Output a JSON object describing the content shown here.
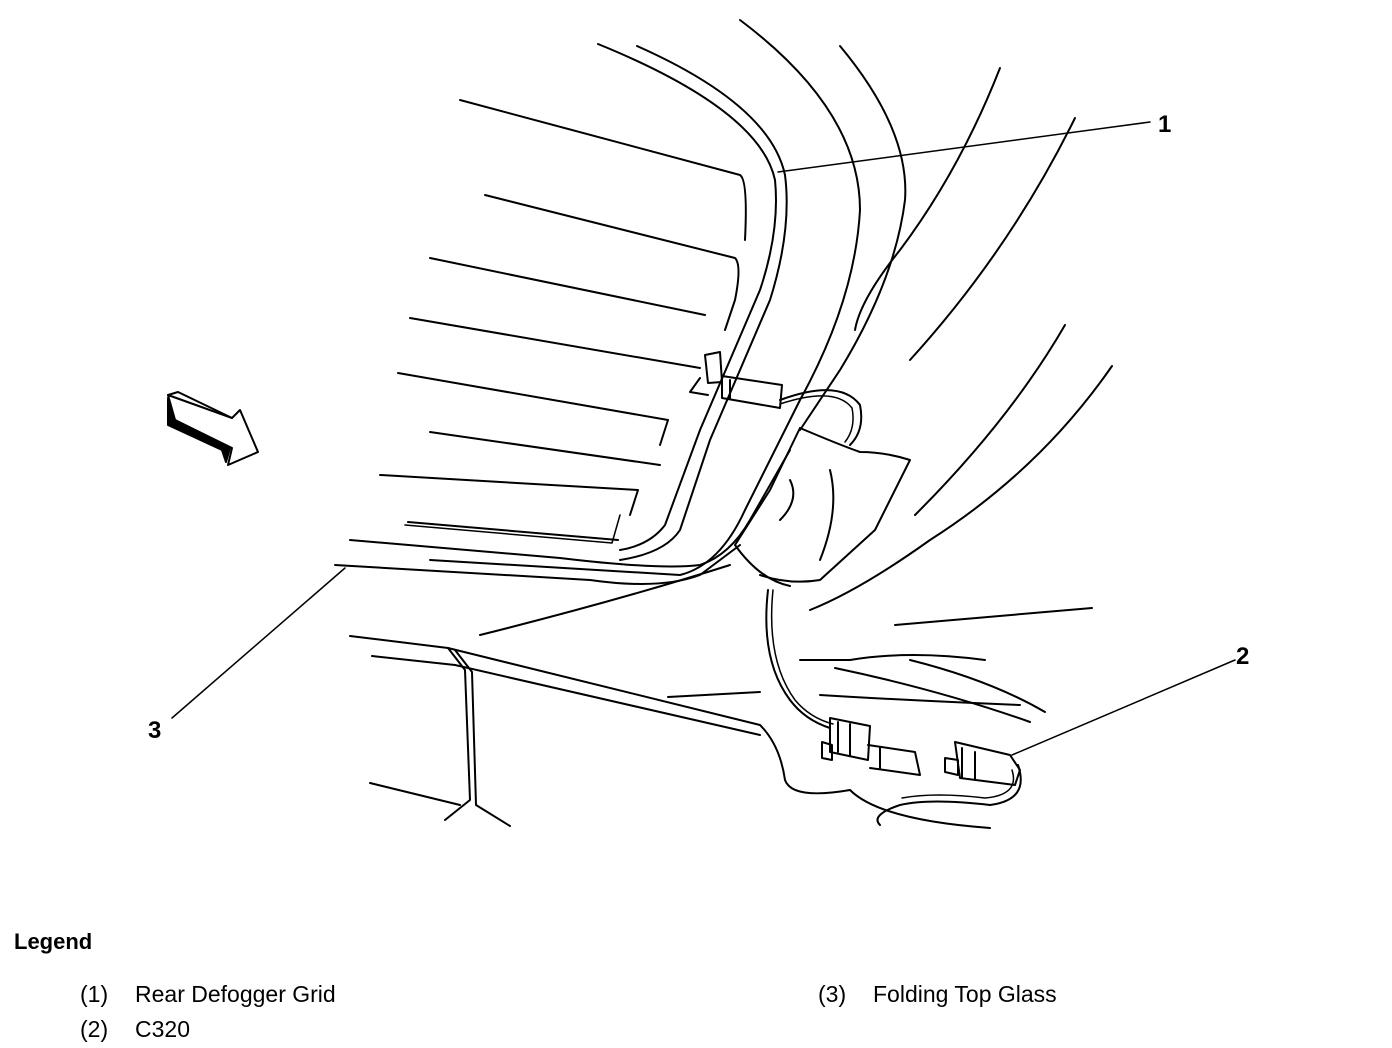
{
  "diagram": {
    "callouts": [
      {
        "id": "1",
        "label": "1"
      },
      {
        "id": "2",
        "label": "2"
      },
      {
        "id": "3",
        "label": "3"
      }
    ]
  },
  "legend": {
    "title": "Legend",
    "items": [
      {
        "num": "(1)",
        "text": "Rear Defogger Grid"
      },
      {
        "num": "(2)",
        "text": "C320"
      },
      {
        "num": "(3)",
        "text": "Folding Top Glass"
      }
    ]
  }
}
